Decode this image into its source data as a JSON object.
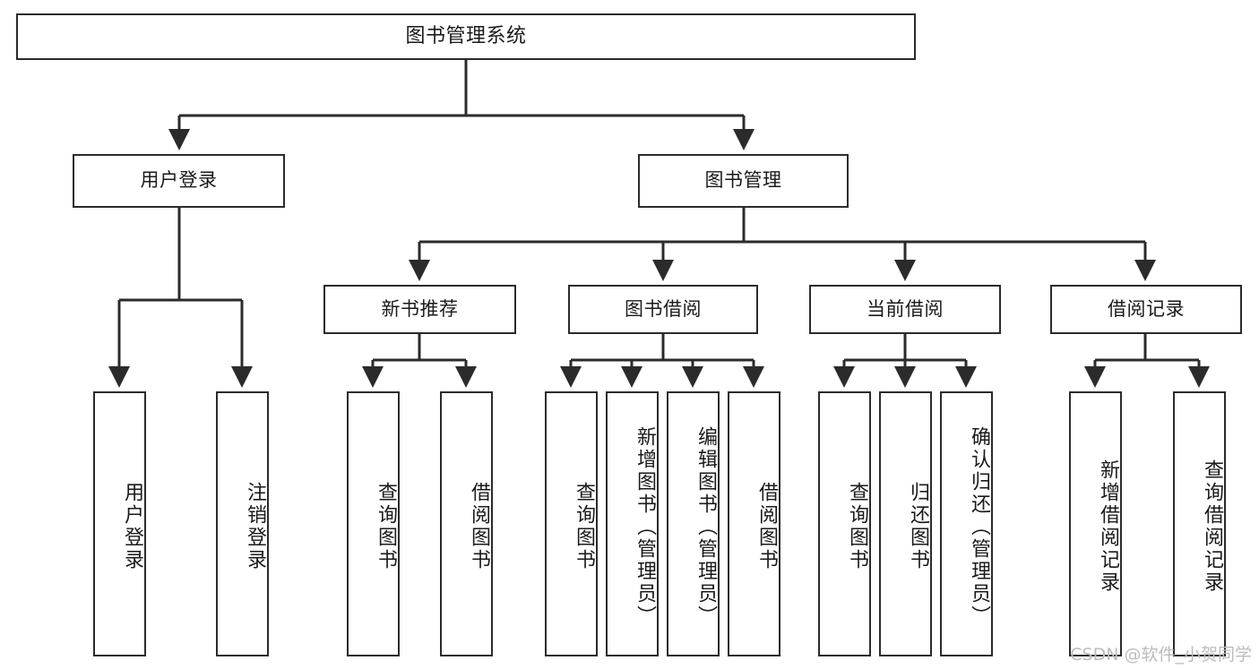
{
  "diagram": {
    "title": "图书管理系统",
    "type": "tree-hierarchy-chart",
    "watermark": "CSDN @软件_小贺同学",
    "colors": {
      "line": "#2b2b2b",
      "box_border": "#2b2b2b",
      "box_fill": "#ffffff",
      "text": "#1a1a1a",
      "watermark": "#bcbcbc"
    },
    "root": {
      "label": "图书管理系统"
    },
    "level2": [
      {
        "id": "user-login",
        "label": "用户登录"
      },
      {
        "id": "book-manage",
        "label": "图书管理"
      }
    ],
    "level3": [
      {
        "id": "new-book-recommend",
        "label": "新书推荐"
      },
      {
        "id": "book-borrow",
        "label": "图书借阅"
      },
      {
        "id": "current-borrow",
        "label": "当前借阅"
      },
      {
        "id": "borrow-record",
        "label": "借阅记录"
      }
    ],
    "leaves": {
      "user_login": [
        {
          "id": "leaf-user-login",
          "label": "用户登录"
        },
        {
          "id": "leaf-logout-login",
          "label": "注销登录"
        }
      ],
      "new_book_recommend": [
        {
          "id": "leaf-query-book-1",
          "label": "查询图书"
        },
        {
          "id": "leaf-borrow-book-1",
          "label": "借阅图书"
        }
      ],
      "book_borrow": [
        {
          "id": "leaf-query-book-2",
          "label": "查询图书"
        },
        {
          "id": "leaf-add-book",
          "label": "新增图书（管理员）"
        },
        {
          "id": "leaf-edit-book",
          "label": "编辑图书（管理员）"
        },
        {
          "id": "leaf-borrow-book-2",
          "label": "借阅图书"
        }
      ],
      "current_borrow": [
        {
          "id": "leaf-query-book-3",
          "label": "查询图书"
        },
        {
          "id": "leaf-return-book",
          "label": "归还图书"
        },
        {
          "id": "leaf-confirm-return",
          "label": "确认归还（管理员）"
        }
      ],
      "borrow_record": [
        {
          "id": "leaf-add-record",
          "label": "新增借阅记录"
        },
        {
          "id": "leaf-query-record",
          "label": "查询借阅记录"
        }
      ]
    }
  }
}
